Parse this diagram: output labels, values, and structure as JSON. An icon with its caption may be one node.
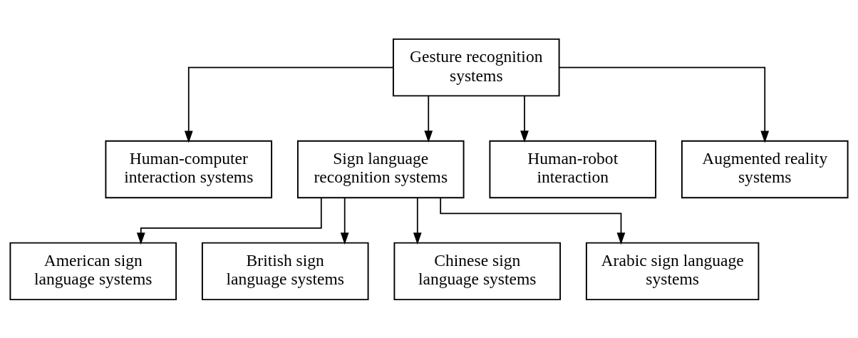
{
  "diagram": {
    "nodes": [
      {
        "text": [
          "Gesture recognition systems"
        ]
      },
      {
        "text": [
          "Human-computer interaction systems"
        ]
      },
      {
        "text": [
          "Sign language recognition systems"
        ]
      },
      {
        "text": [
          "Human-robot interaction"
        ]
      },
      {
        "text": [
          "Augmented reality systems"
        ]
      },
      {
        "text": [
          "American sign language systems"
        ]
      },
      {
        "text": [
          "British sign language systems"
        ]
      },
      {
        "text": [
          "Chinese sign language systems"
        ]
      },
      {
        "text": [
          "Arabic sign language systems"
        ]
      }
    ],
    "edges": [
      {
        "from": 0,
        "to": 1,
        "arrow": "to"
      },
      {
        "from": 0,
        "to": 2,
        "arrow": "to"
      },
      {
        "from": 0,
        "to": 3,
        "arrow": "to"
      },
      {
        "from": 0,
        "to": 4,
        "arrow": "to"
      },
      {
        "from": 2,
        "to": 5,
        "arrow": "to"
      },
      {
        "from": 2,
        "to": 6,
        "arrow": "to"
      },
      {
        "from": 2,
        "to": 7,
        "arrow": "to"
      },
      {
        "from": 2,
        "to": 8,
        "arrow": "to"
      }
    ]
  }
}
